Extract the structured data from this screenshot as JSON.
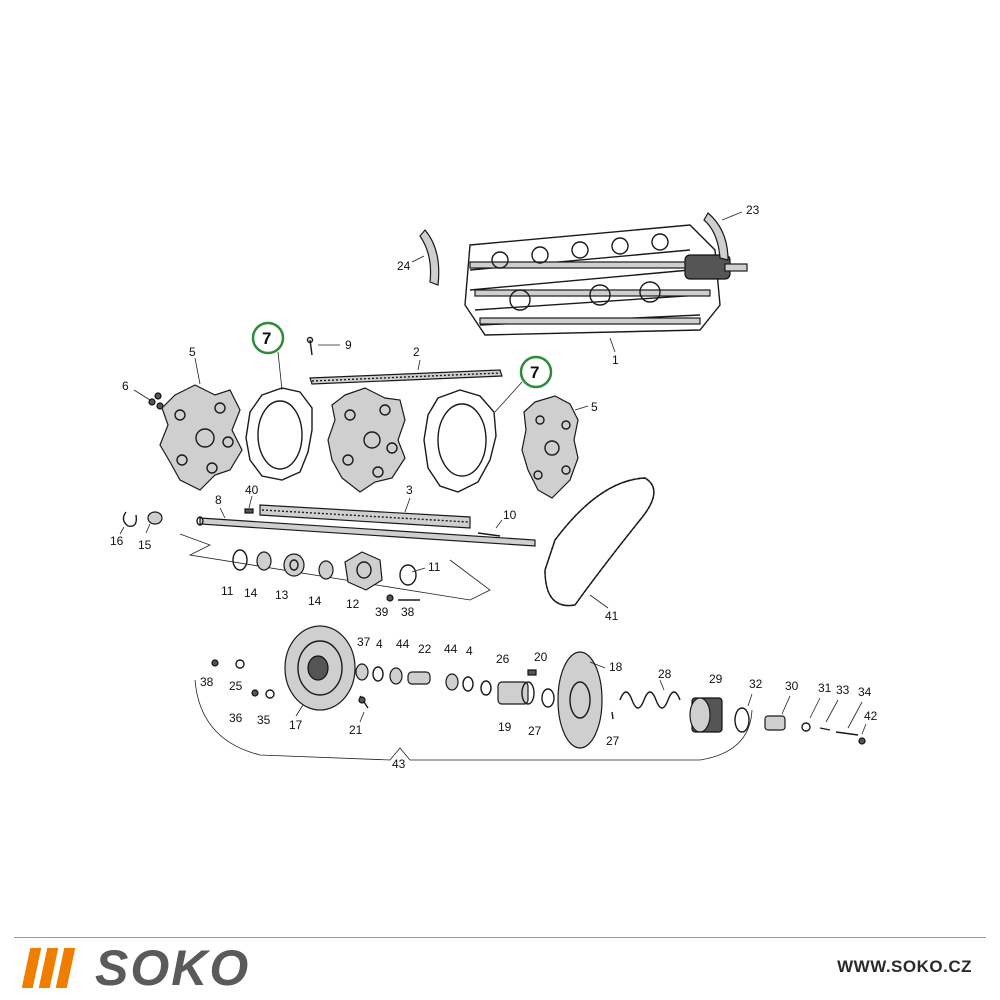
{
  "diagram": {
    "callouts": [
      "1",
      "2",
      "3",
      "4",
      "5",
      "6",
      "7",
      "8",
      "9",
      "10",
      "11",
      "12",
      "13",
      "14",
      "15",
      "16",
      "17",
      "18",
      "19",
      "20",
      "21",
      "22",
      "23",
      "24",
      "25",
      "26",
      "27",
      "28",
      "29",
      "30",
      "31",
      "32",
      "33",
      "34",
      "35",
      "36",
      "37",
      "38",
      "39",
      "40",
      "41",
      "42",
      "43",
      "44"
    ],
    "highlighted_callout": "7",
    "highlight_color": "#2e8b3a"
  },
  "footer": {
    "brand": "SOKO",
    "brand_color": "#5a5a5a",
    "accent_color": "#ef7d00",
    "website": "WWW.SOKO.CZ"
  }
}
